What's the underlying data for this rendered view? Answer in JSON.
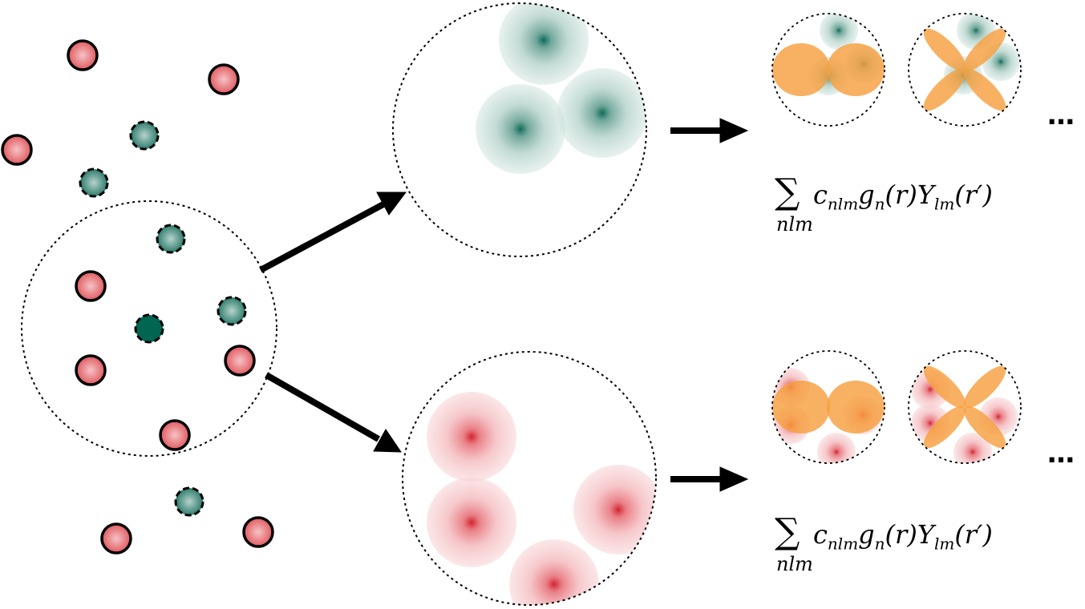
{
  "formula_top": {
    "sum_symbol": "∑",
    "sum_index": "nlm",
    "expression_parts": [
      "c",
      "nlm",
      "g",
      "n",
      "(r)Y",
      "lm",
      "(r′)"
    ]
  },
  "formula_bottom": {
    "sum_symbol": "∑",
    "sum_index": "nlm",
    "expression_parts": [
      "c",
      "nlm",
      "g",
      "n",
      "(r)Y",
      "lm",
      "(r′)"
    ]
  },
  "ellipsis_top": "…",
  "ellipsis_bottom": "…",
  "colors": {
    "red_atom": "#e05a60",
    "red_atom_light": "#f4b9bb",
    "teal_atom": "#2e7c6c",
    "teal_atom_light": "#b7d3cc",
    "teal_center": "#006652",
    "orange_lobe": "#f7a040",
    "red_density": "#d3232f",
    "teal_density": "#0e6a58"
  }
}
